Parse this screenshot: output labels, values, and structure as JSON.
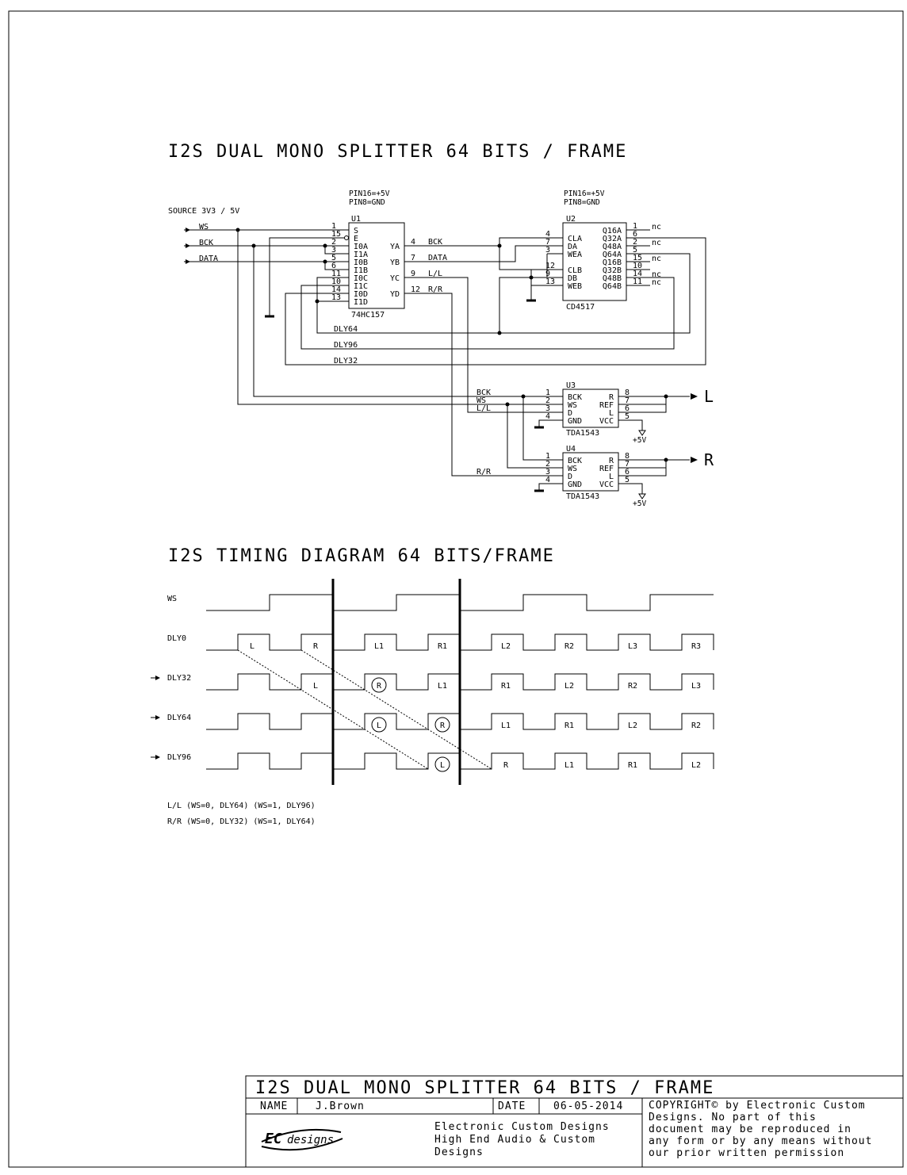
{
  "schematic": {
    "title": "I2S DUAL MONO SPLITTER 64 BITS / FRAME",
    "source_label": "SOURCE 3V3 / 5V",
    "inputs": [
      "WS",
      "BCK",
      "DATA"
    ],
    "u1": {
      "ref": "U1",
      "part": "74HC157",
      "power": [
        "PIN16=+5V",
        "PIN8=GND"
      ],
      "left_pins": [
        {
          "num": "1",
          "name": "S"
        },
        {
          "num": "15",
          "name": "E"
        },
        {
          "num": "2",
          "name": "I0A"
        },
        {
          "num": "3",
          "name": "I1A"
        },
        {
          "num": "5",
          "name": "I0B"
        },
        {
          "num": "6",
          "name": "I1B"
        },
        {
          "num": "11",
          "name": "I0C"
        },
        {
          "num": "10",
          "name": "I1C"
        },
        {
          "num": "14",
          "name": "I0D"
        },
        {
          "num": "13",
          "name": "I1D"
        }
      ],
      "right_pins": [
        {
          "name": "YA",
          "num": "4",
          "net": "BCK"
        },
        {
          "name": "YB",
          "num": "7",
          "net": "DATA"
        },
        {
          "name": "YC",
          "num": "9",
          "net": "L/L"
        },
        {
          "name": "YD",
          "num": "12",
          "net": "R/R"
        }
      ]
    },
    "u2": {
      "ref": "U2",
      "part": "CD4517",
      "power": [
        "PIN16=+5V",
        "PIN8=GND"
      ],
      "left_pins": [
        {
          "num": "4",
          "name": "CLA"
        },
        {
          "num": "7",
          "name": "DA"
        },
        {
          "num": "3",
          "name": "WEA"
        },
        {
          "num": "12",
          "name": "CLB"
        },
        {
          "num": "9",
          "name": "DB"
        },
        {
          "num": "13",
          "name": "WEB"
        }
      ],
      "right_pins": [
        {
          "name": "Q16A",
          "num": "1",
          "nc": "nc"
        },
        {
          "name": "Q32A",
          "num": "6",
          "nc": ""
        },
        {
          "name": "Q48A",
          "num": "2",
          "nc": "nc"
        },
        {
          "name": "Q64A",
          "num": "5",
          "nc": ""
        },
        {
          "name": "Q16B",
          "num": "15",
          "nc": "nc"
        },
        {
          "name": "Q32B",
          "num": "10",
          "nc": ""
        },
        {
          "name": "Q48B",
          "num": "14",
          "nc": "nc"
        },
        {
          "name": "Q64B",
          "num": "11",
          "nc": "nc"
        }
      ]
    },
    "delay_nets": [
      "DLY64",
      "DLY96",
      "DLY32"
    ],
    "u3": {
      "ref": "U3",
      "part": "TDA1543",
      "left_pins": [
        {
          "num": "1",
          "name": "BCK"
        },
        {
          "num": "2",
          "name": "WS"
        },
        {
          "num": "3",
          "name": "D"
        },
        {
          "num": "4",
          "name": "GND"
        }
      ],
      "right_pins": [
        {
          "name": "R",
          "num": "8"
        },
        {
          "name": "REF",
          "num": "7"
        },
        {
          "name": "L",
          "num": "6"
        },
        {
          "name": "VCC",
          "num": "5"
        }
      ],
      "nets": [
        "BCK",
        "WS",
        "L/L"
      ],
      "output": "L",
      "supply": "+5V"
    },
    "u4": {
      "ref": "U4",
      "part": "TDA1543",
      "left_pins": [
        {
          "num": "1",
          "name": "BCK"
        },
        {
          "num": "2",
          "name": "WS"
        },
        {
          "num": "3",
          "name": "D"
        },
        {
          "num": "4",
          "name": "GND"
        }
      ],
      "right_pins": [
        {
          "name": "R",
          "num": "8"
        },
        {
          "name": "REF",
          "num": "7"
        },
        {
          "name": "L",
          "num": "6"
        },
        {
          "name": "VCC",
          "num": "5"
        }
      ],
      "nets": [
        "R/R"
      ],
      "output": "R",
      "supply": "+5V"
    }
  },
  "timing": {
    "title": "I2S TIMING DIAGRAM 64 BITS/FRAME",
    "rows": [
      {
        "name": "WS",
        "labels": []
      },
      {
        "name": "DLY0",
        "labels": [
          "L",
          "R",
          "L1",
          "R1",
          "L2",
          "R2",
          "L3",
          "R3"
        ],
        "circled": []
      },
      {
        "name": "DLY32",
        "arrow": true,
        "labels": [
          "L",
          "R",
          "L1",
          "R1",
          "L2",
          "R2",
          "L3"
        ],
        "circled": [
          1
        ]
      },
      {
        "name": "DLY64",
        "arrow": true,
        "labels": [
          "L",
          "R",
          "L1",
          "R1",
          "L2",
          "R2"
        ],
        "circled": [
          0,
          1
        ]
      },
      {
        "name": "DLY96",
        "arrow": true,
        "labels": [
          "L",
          "R",
          "L1",
          "R1",
          "L2"
        ],
        "circled": [
          0
        ]
      }
    ],
    "notes": [
      "L/L (WS=0, DLY64) (WS=1, DLY96)",
      "R/R (WS=0, DLY32) (WS=1, DLY64)"
    ]
  },
  "title_block": {
    "title": "I2S DUAL MONO SPLITTER 64 BITS / FRAME",
    "name_label": "NAME",
    "name_value": "J.Brown",
    "date_label": "DATE",
    "date_value": "06-05-2014",
    "logo_text": "ECdesigns",
    "company_lines": [
      "Electronic Custom Designs",
      "High End Audio  &  Custom",
      "Designs"
    ],
    "copyright_lines": [
      "COPYRIGHT© by Electronic Custom",
      "Designs. No part of this",
      "document may be reproduced in",
      "any form or by any means without",
      "our prior written permission"
    ]
  }
}
